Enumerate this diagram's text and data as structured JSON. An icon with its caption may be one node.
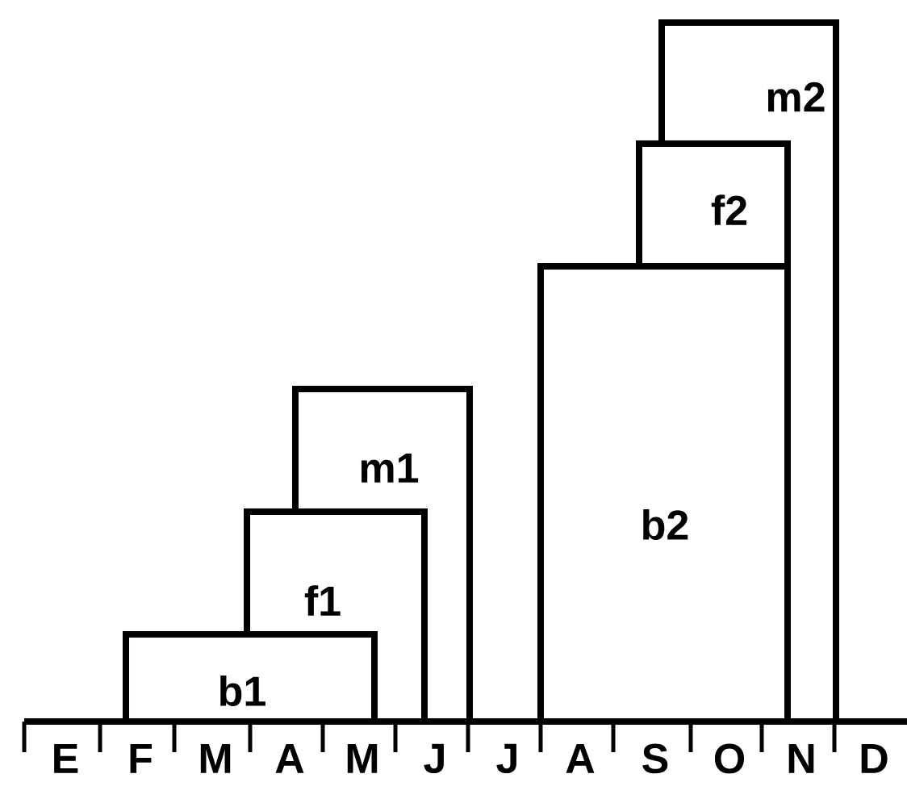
{
  "diagram": {
    "nodes": [
      {
        "text": [
          "b1"
        ]
      },
      {
        "text": [
          "f1"
        ]
      },
      {
        "text": [
          "m1"
        ]
      },
      {
        "text": [
          "b2"
        ]
      },
      {
        "text": [
          "f2"
        ]
      },
      {
        "text": [
          "m2"
        ]
      }
    ],
    "labels": [
      "E",
      "F",
      "M",
      "A",
      "M",
      "J",
      "J",
      "A",
      "S",
      "O",
      "N",
      "D"
    ]
  }
}
